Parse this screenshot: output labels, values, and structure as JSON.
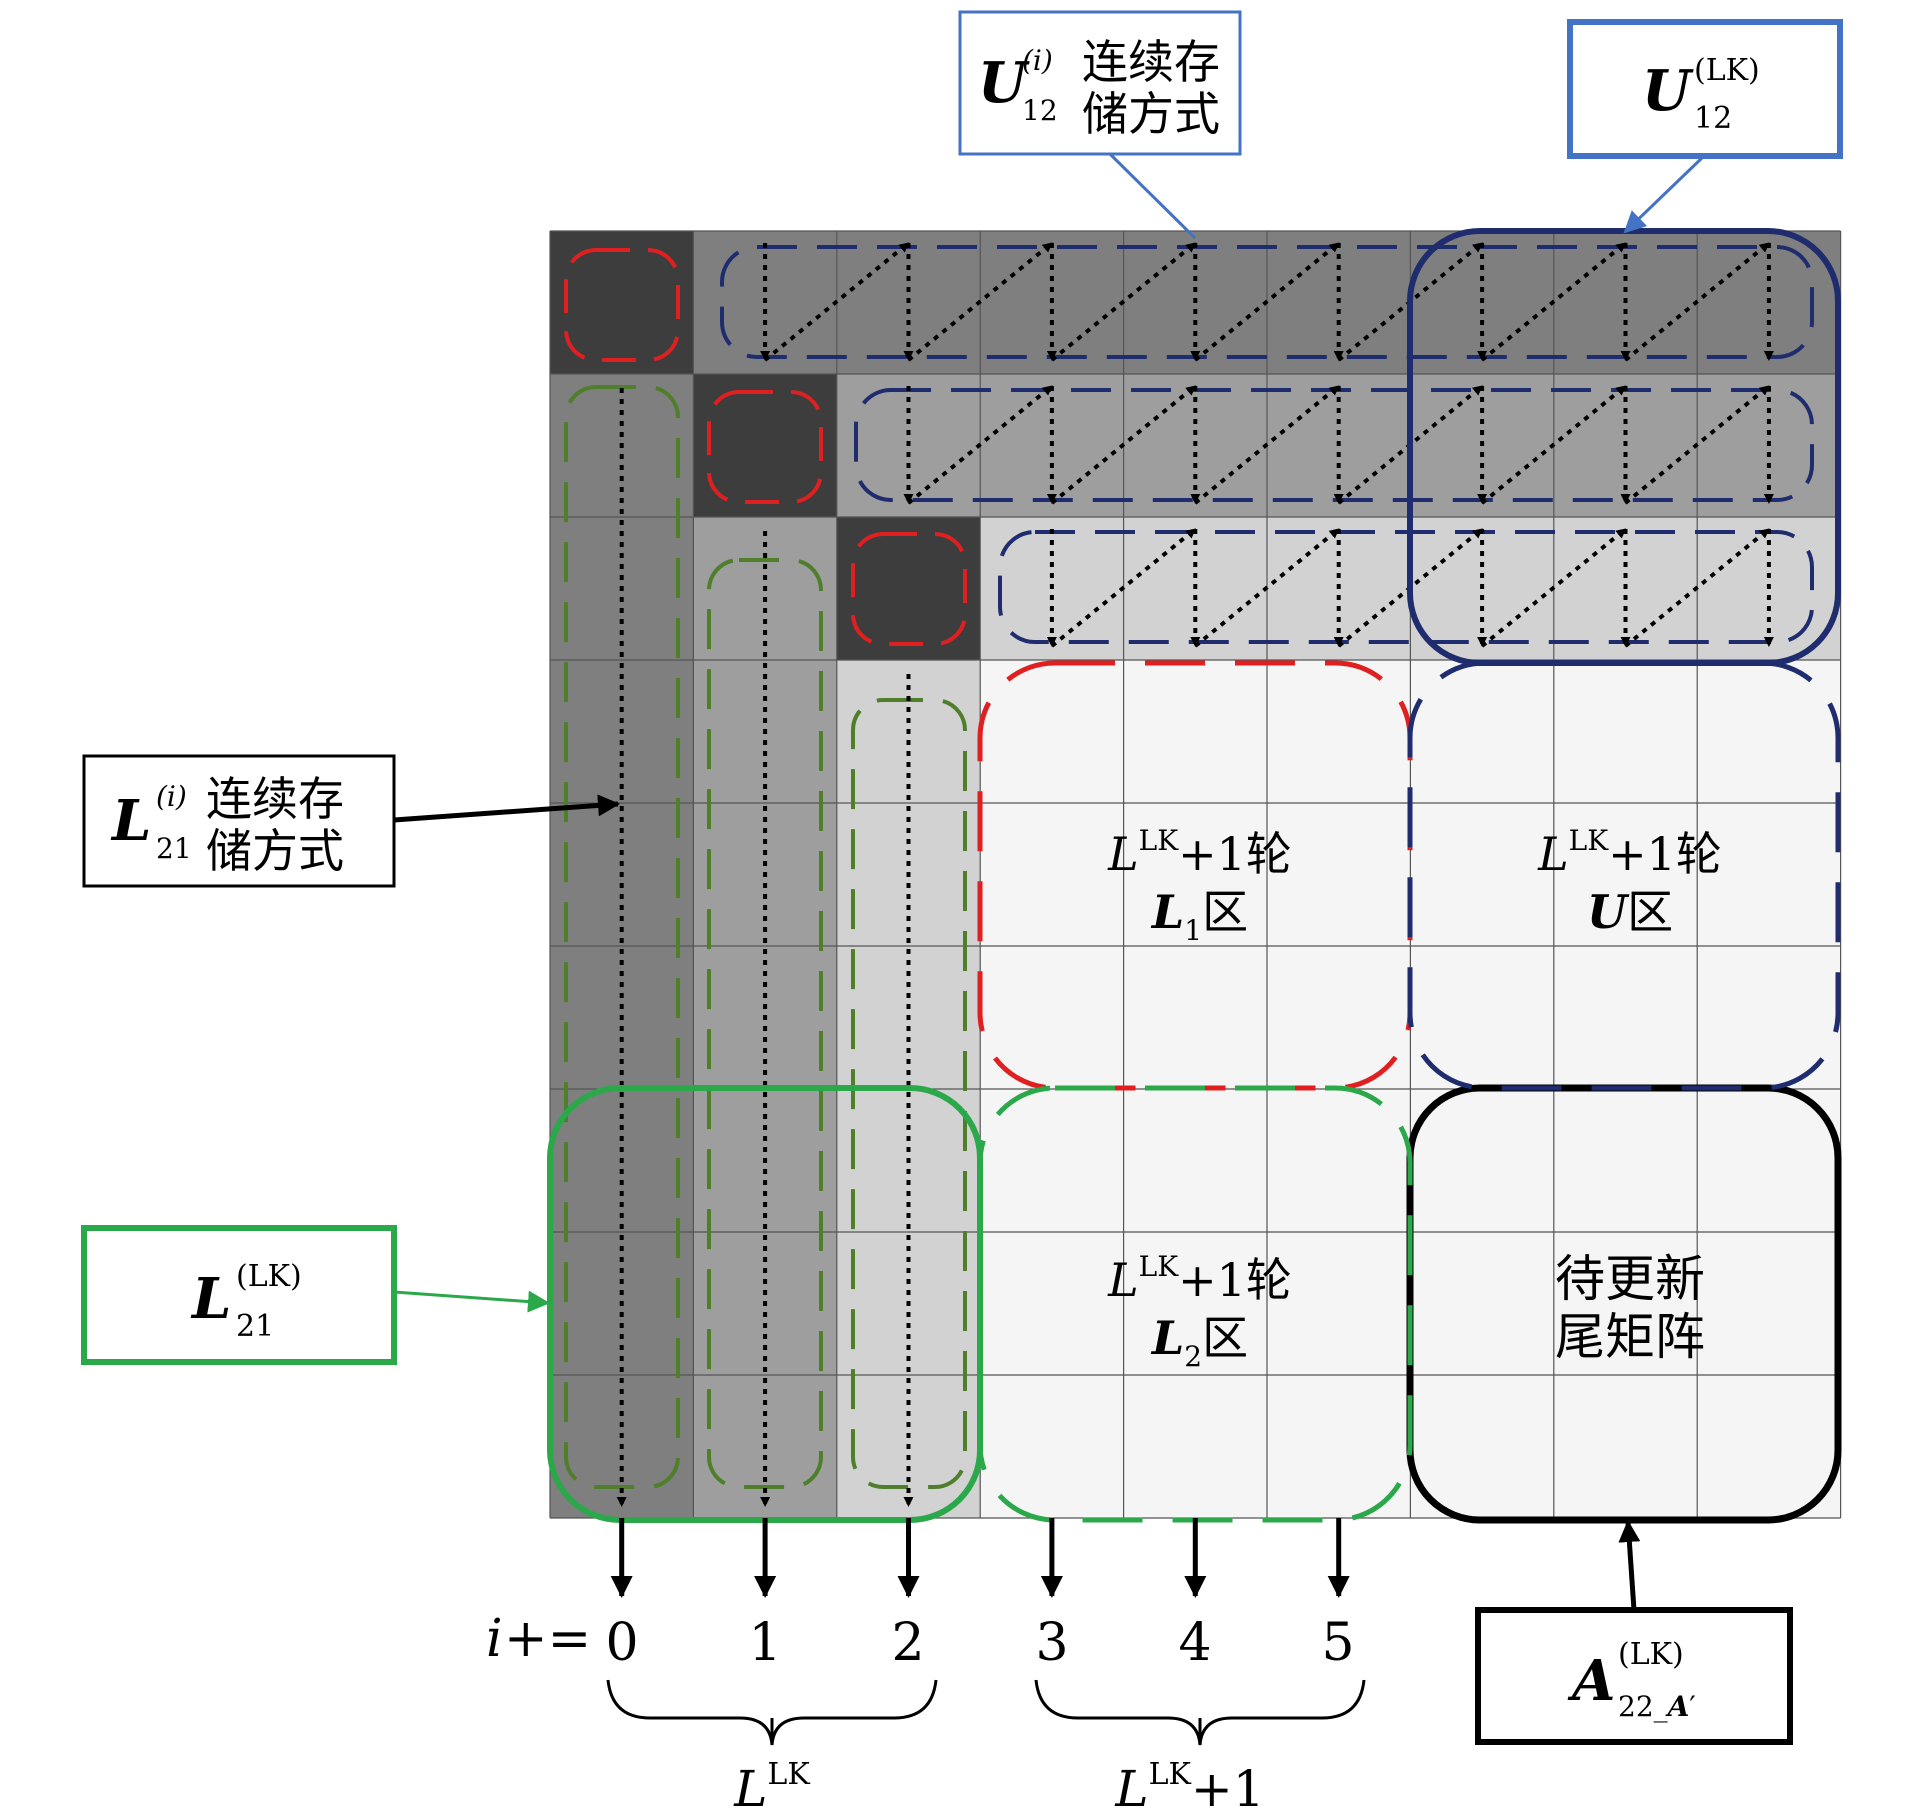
{
  "colors": {
    "cell_dark": "#3d3d3d",
    "cell_gray": "#7f7f7f",
    "cell_mid": "#9e9e9e",
    "cell_light": "#d2d2d2",
    "cell_white": "#f5f5f5",
    "navy": "#1f2d6e",
    "blue": "#4472c4",
    "red": "#e02020",
    "green": "#2aa84a",
    "olive_green": "#4f7f2a"
  },
  "labels": {
    "u12_i": {
      "sym": "U",
      "sub": "12",
      "sup": "(i)",
      "line1": "连续存",
      "line2": "储方式"
    },
    "u12_lk": {
      "sym": "U",
      "sub": "12",
      "sup": "(LK)"
    },
    "l21_i": {
      "sym": "L",
      "sub": "21",
      "sup": "(i)",
      "line1": "连续存",
      "line2": "储方式"
    },
    "l21_lk": {
      "sym": "L",
      "sub": "21",
      "sup": "(LK)"
    },
    "a22": {
      "sym": "A",
      "sub": "22_",
      "sub_sym": "A",
      "prime": "′",
      "sup": "(LK)"
    },
    "region_l1": {
      "sym": "L",
      "sup": "LK",
      "rest": "+1轮",
      "sym2": "L",
      "sub2": "1",
      "tail": "区"
    },
    "region_u": {
      "sym": "L",
      "sup": "LK",
      "rest": "+1轮",
      "sym2": "U",
      "tail": "区"
    },
    "region_l2": {
      "sym": "L",
      "sup": "LK",
      "rest": "+1轮",
      "sym2": "L",
      "sub2": "2",
      "tail": "区"
    },
    "tail_matrix": {
      "line1": "待更新",
      "line2": "尾矩阵"
    },
    "i_prefix": "i",
    "i_suffix": "+=",
    "col_indices": [
      "0",
      "1",
      "2",
      "3",
      "4",
      "5"
    ],
    "brace1": {
      "sym": "L",
      "sup": "LK"
    },
    "brace2": {
      "sym": "L",
      "sup": "LK",
      "rest": "+1"
    }
  }
}
